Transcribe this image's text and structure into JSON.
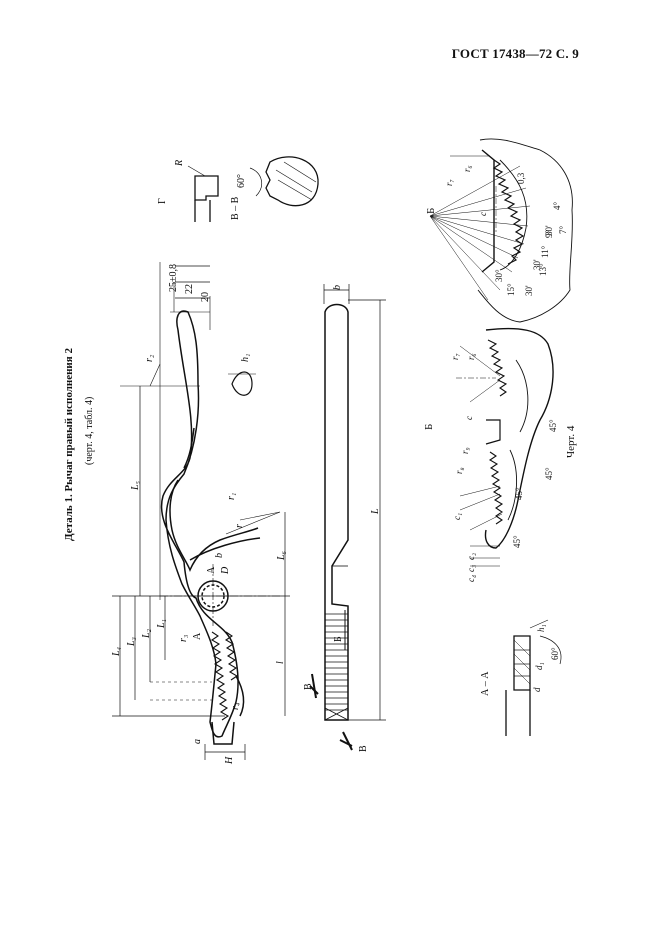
{
  "header": {
    "page_ref": "ГОСТ 17438—72 С. 9"
  },
  "part": {
    "title": "Деталь 1. Рычаг правый исполнения 2",
    "subtitle": "(черт. 4, табл. 4)"
  },
  "dims_main": {
    "L5": "L₅",
    "L4": "L₄",
    "L3": "L₃",
    "L2": "L₂",
    "L1": "L₁",
    "L6": "L₆",
    "l": "l",
    "H": "H",
    "a": "a",
    "r": "r",
    "r1": "r₁",
    "r2": "r₂",
    "r3": "r₃",
    "r4": "r₄",
    "b": "b",
    "D": "D",
    "A": "A",
    "A2": "A",
    "s20": "20",
    "s22": "22",
    "s25": "25±0,8",
    "h1": "h₁"
  },
  "dims_side": {
    "b": "b",
    "L": "L",
    "B": "Б",
    "V1": "В",
    "V2": "В"
  },
  "section_G": {
    "label": "Г",
    "R": "R",
    "VV": "В – В",
    "angle": "60°"
  },
  "section_B_top": {
    "label": "Б",
    "r7": "r₇",
    "r6": "r₆",
    "c": "c",
    "d03": "0,3",
    "a4": "4°",
    "a30": "30°",
    "a15": "15°",
    "a13": "13°",
    "a11": "11°",
    "a9": "9°",
    "a7": "7°",
    "n1": "30'",
    "n2": "30'",
    "n3": "30'"
  },
  "section_B_mid": {
    "label": "Б",
    "r7": "r₇",
    "r6": "r₆",
    "r8": "r₈",
    "r9": "r₉",
    "c": "c",
    "c1": "c₁",
    "c2": "c₂",
    "c3": "c₃",
    "c4": "c₄",
    "a45": "45°"
  },
  "section_AA": {
    "label": "А – А",
    "h1": "h₁",
    "d1": "d₁",
    "d": "d",
    "angle": "60°"
  },
  "caption": {
    "text": "Черт. 4"
  }
}
